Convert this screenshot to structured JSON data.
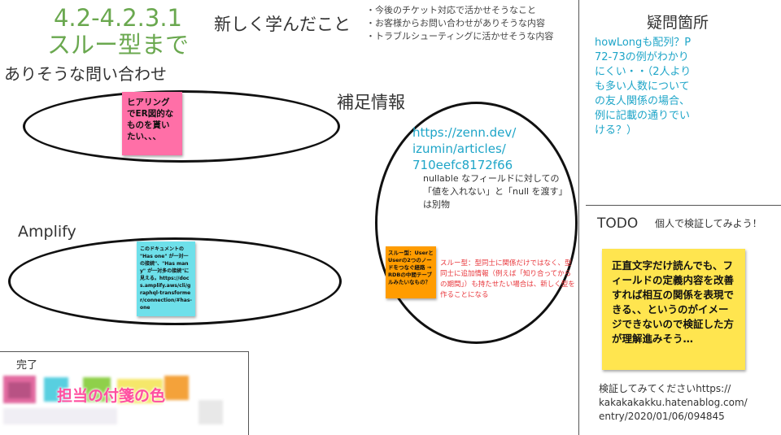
{
  "title": {
    "line1": "4.2-4.2.3.1",
    "line2": "スルー型まで"
  },
  "learned": {
    "heading": "新しく学んだこと",
    "bullets": [
      "・今後のチケット対応で活かせそうなこと",
      "・お客様からお問い合わせがありそうな内容",
      "・トラブルシューティングに活かせそうな内容"
    ]
  },
  "inquiries": {
    "heading": "ありそうな問い合わせ",
    "sticky": "ヒアリングでER図的なものを貰いたい、、、"
  },
  "amplify": {
    "heading": "Amplify",
    "sticky": "このドキュメントの \"Has one\" が一対一の接続\"、\"Has many\" が一対多の接続\"に見える。https://docs.amplify.aws/cli/graphql-transformer/connection/#has-one"
  },
  "supplement": {
    "heading": "補足情報",
    "link_lines": [
      "https://zenn.dev/",
      "izumin/articles/",
      "710eefc8172f66"
    ],
    "nullable_note": "nullable なフィールドに対しての「値を入れない」と「null を渡す」は別物",
    "sticky": "スルー型：UserとUserの2つのノードをつなぐ経路 → RDBの中間テーブルみたいなもの？",
    "red_note": "スルー型：型同士に関係だけではなく、型同士に追加情報（例えば「知り合ってからの期間」）も持たせたい場合は、新しく型を作ることになる"
  },
  "questions": {
    "heading": "疑問箇所",
    "text": "howLongも配列？P72-73の例がわかりにくい・・（2人よりも多い人数についての友人関係の場合、例に記載の通りでいける？）"
  },
  "todo": {
    "heading": "TODO",
    "subheading": "個人で検証してみよう！",
    "sticky": "正直文字だけ読んでも、フィールドの定義内容を改善すれば相互の関係を表現できる、、というのがイメージできないので検証した方が理解進みそう…",
    "verify_lines": [
      "検証してみてくださいhttps://",
      "kakakakakku.hatenablog.com/",
      "entry/2020/01/06/094845"
    ]
  },
  "done": {
    "heading": "完了",
    "legend": "担当の付箋の色"
  },
  "colors": {
    "title_green": "#6aa84f",
    "link": "#1ea5c8",
    "pink": "#ff6fa7",
    "cyan": "#6ee0ea",
    "orange": "#ff9c00",
    "yellow": "#ffe54f",
    "red_text": "#e8363b"
  }
}
